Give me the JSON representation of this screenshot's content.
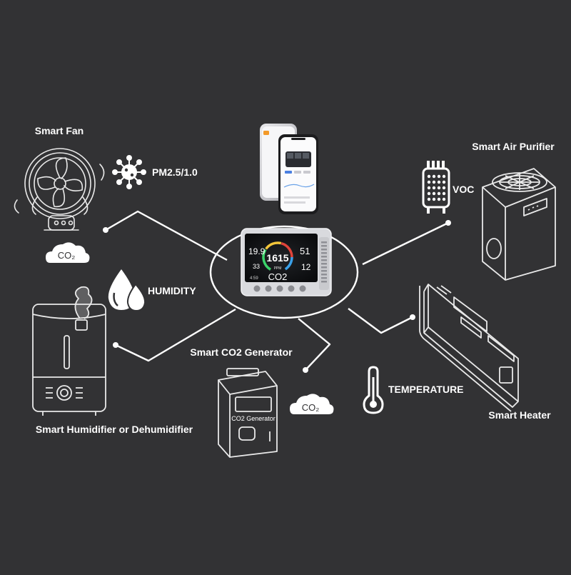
{
  "hub": {
    "screen": {
      "temp": "19.9",
      "co2_big": "1615",
      "ppm": "PPM",
      "co2_label": "CO2",
      "pm25": "51",
      "pm10": "12",
      "humidity": "33",
      "clock": "4:59"
    }
  },
  "nodes": {
    "smart_fan": "Smart Fan",
    "pm": "PM2.5/1.0",
    "co2_cloud_left": "CO₂",
    "humidity": "HUMIDITY",
    "smart_humidifier": "Smart Humidifier or Dehumidifier",
    "smart_co2_generator": "Smart CO2 Generator",
    "co2_generator_device": "CO2 Generator",
    "co2_cloud_right": "CO₂",
    "temperature": "TEMPERATURE",
    "smart_heater": "Smart Heater",
    "voc": "VOC",
    "smart_air_purifier": "Smart Air Purifier"
  },
  "colors": {
    "background": "#323234",
    "line": "#ffffff",
    "ring_green": "#3bd46a",
    "ring_yellow": "#f2c53a",
    "ring_red": "#e0443a",
    "ring_blue": "#3aa0e8"
  }
}
